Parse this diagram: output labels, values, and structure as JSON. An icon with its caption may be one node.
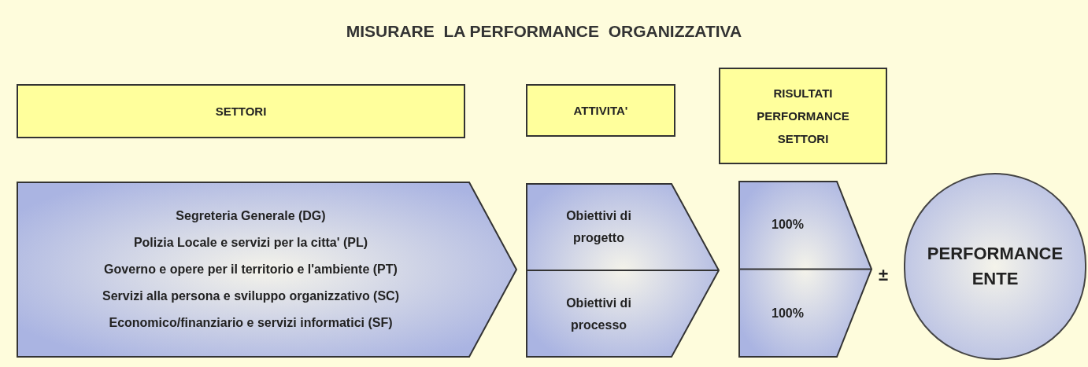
{
  "diagram": {
    "title": "MISURARE  LA PERFORMANCE  ORGANIZZATIVA",
    "nodes": [
      {
        "text": [
          "SETTORI"
        ]
      },
      {
        "text": [
          "ATTIVITA'"
        ]
      },
      {
        "text": [
          "RISULTATI PERFORMANCE SETTORI"
        ]
      },
      {
        "text": [
          "Segreteria Generale (DG)",
          "Polizia Locale e servizi per la citta' (PL)",
          "Governo e opere per il territorio e l'ambiente (PT)",
          "Servizi alla persona e sviluppo organizzativo (SC)",
          "Economico/finanziario e servizi informatici (SF)"
        ]
      },
      {
        "text": [
          "Obiettivi di progetto",
          "Obiettivi di processo"
        ]
      },
      {
        "text": [
          "100%",
          "100%"
        ]
      },
      {
        "text": [
          "PERFORMANCE ENTE"
        ]
      }
    ],
    "labels": [
      "±"
    ]
  }
}
